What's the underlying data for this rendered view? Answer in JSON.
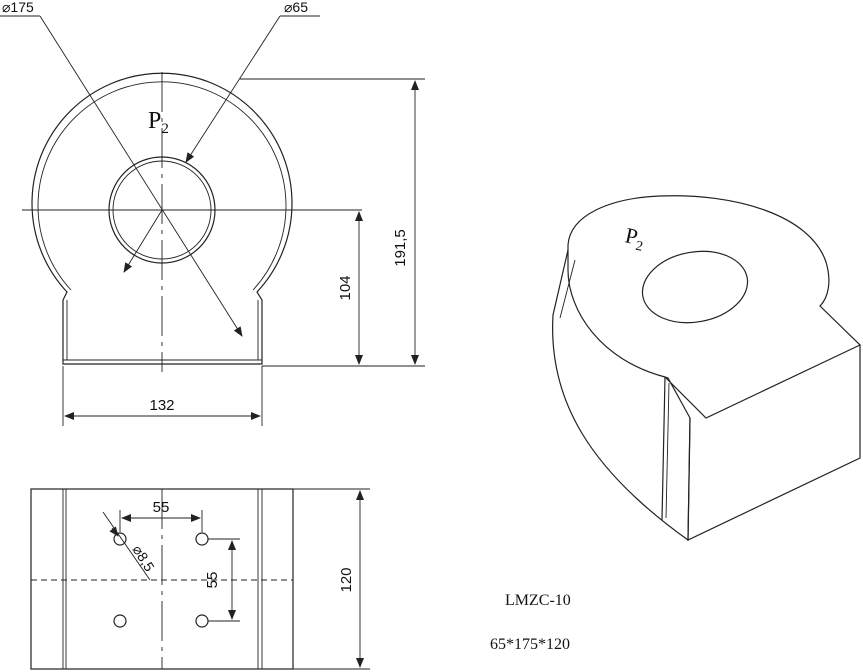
{
  "drawing": {
    "top_view": {
      "outer_diameter_label": "⌀175",
      "inner_diameter_label": "⌀65",
      "height_label": "191,5",
      "center_height_label": "104",
      "base_width_label": "132",
      "terminal_mark": "P",
      "terminal_subscript": "2"
    },
    "bottom_view": {
      "hole_spacing_x_label": "55",
      "hole_spacing_y_label": "55",
      "hole_diameter_label": "⌀8,5",
      "depth_label": "120"
    },
    "iso_view": {
      "terminal_mark": "P",
      "terminal_subscript": "2"
    },
    "model_label": "LMZC-10",
    "size_label": "65*175*120"
  }
}
